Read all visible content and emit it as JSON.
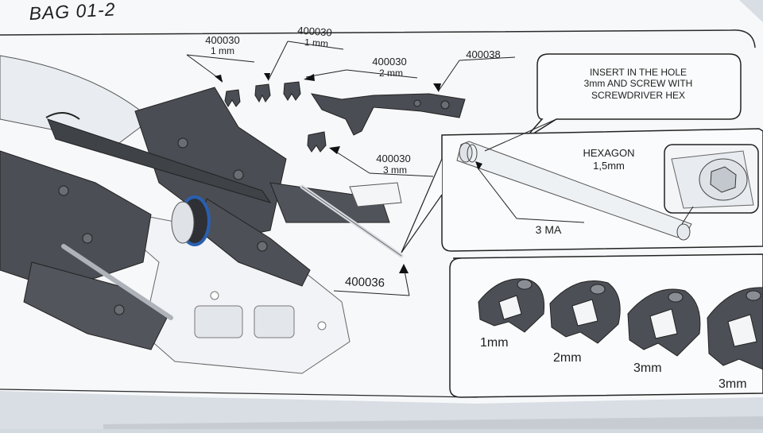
{
  "page": {
    "title": "BAG 01-2"
  },
  "parts": [
    {
      "number": "400030",
      "size": "1 mm"
    },
    {
      "number": "400030",
      "size": "1 mm"
    },
    {
      "number": "400030",
      "size": "2 mm"
    },
    {
      "number": "400038"
    },
    {
      "number": "400030",
      "size": "3 mm"
    },
    {
      "number": "400036"
    }
  ],
  "detail": {
    "callout_lines": [
      "INSERT IN THE HOLE",
      "3mm AND SCREW WITH",
      "SCREWDRIVER HEX"
    ],
    "hexagon_label": "HEXAGON",
    "hexagon_size": "1,5mm",
    "thread_label": "3 MA"
  },
  "shims": {
    "sizes": [
      "1mm",
      "2mm",
      "3mm",
      "3mm"
    ]
  },
  "colors": {
    "paper": "#ffffff",
    "background": "#d3dadf",
    "part_dark": "#45484d",
    "chassis_light": "#eef1f4",
    "accent_blue": "#2a5fb0"
  }
}
